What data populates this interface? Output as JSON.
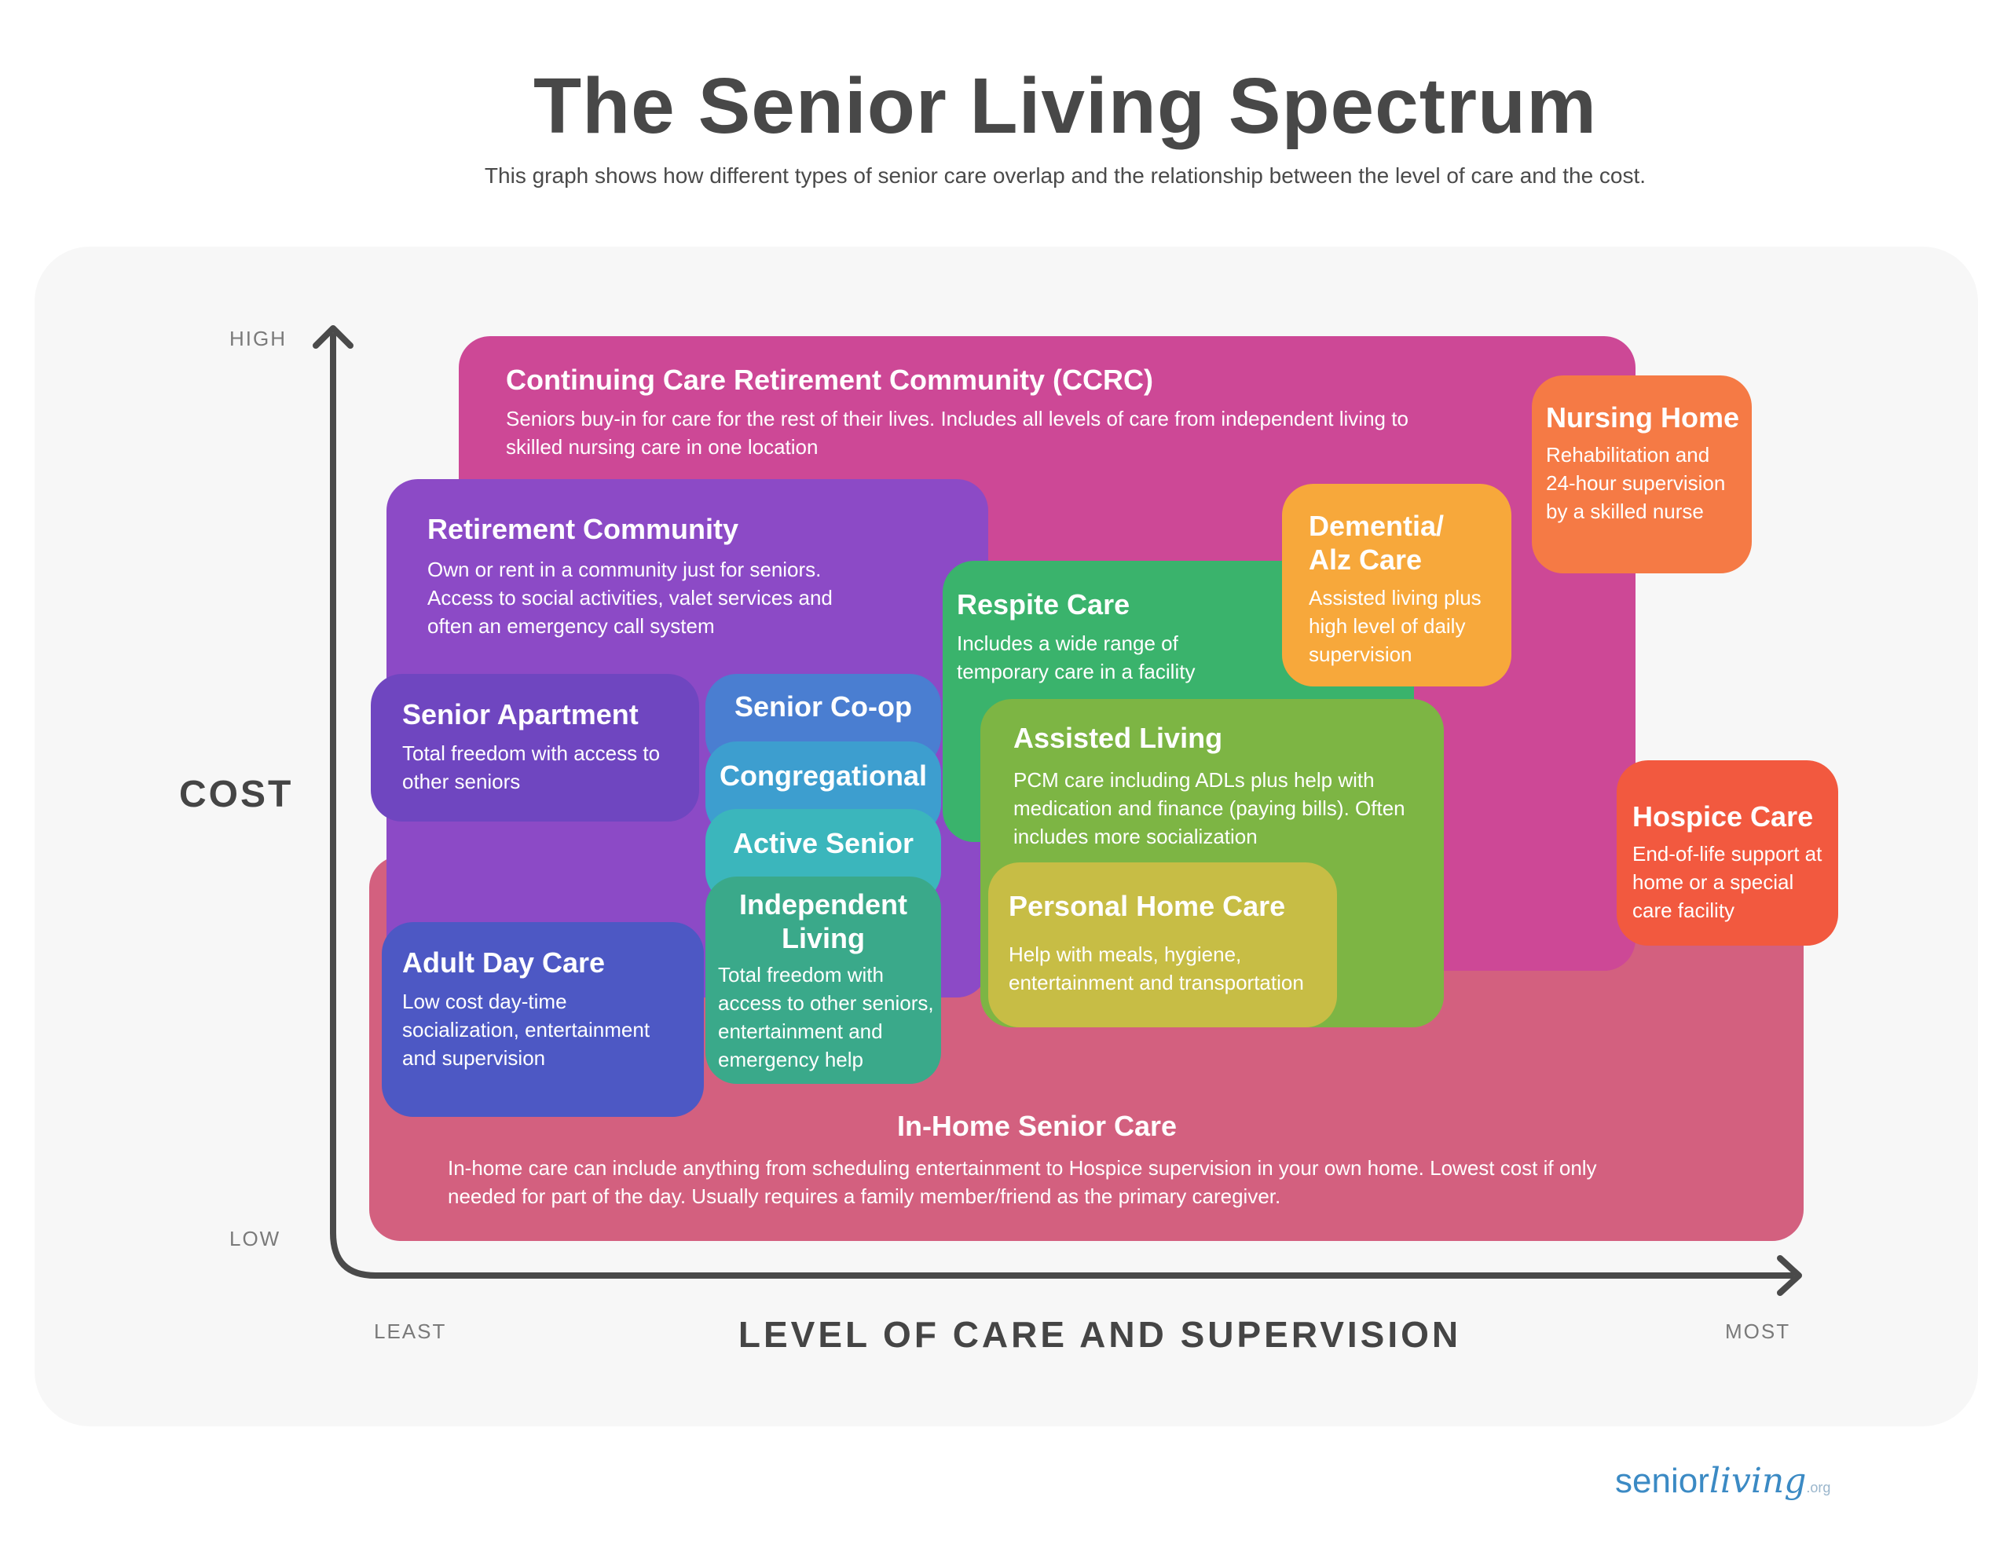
{
  "header": {
    "title": "The Senior Living Spectrum",
    "subtitle": "This graph shows how different types of senior care overlap and the relationship between the level of care and the cost."
  },
  "axes": {
    "y_title": "COST",
    "y_high": "HIGH",
    "y_low": "LOW",
    "x_title": "LEVEL OF CARE AND SUPERVISION",
    "x_least": "LEAST",
    "x_most": "MOST"
  },
  "colors": {
    "ccrc": "#cd4896",
    "in_home": "#d3607f",
    "retirement": "#8c4ac6",
    "senior_apartment": "#6f46c0",
    "adult_day_care": "#4d58c4",
    "senior_coop": "#4a7ed1",
    "congregational": "#3d9ecf",
    "active_senior": "#3bb6bc",
    "independent_living": "#3aa98a",
    "respite": "#3ab36c",
    "dementia": "#f7a83b",
    "nursing_home": "#f57a45",
    "assisted_living": "#7db544",
    "personal_home_care": "#c7bd45",
    "hospice": "#f2593f"
  },
  "categories": {
    "ccrc": {
      "name": "Continuing Care Retirement Community (CCRC)",
      "description": "Seniors buy-in for care for the rest of their lives. Includes all levels of care from independent living to skilled nursing care in one location"
    },
    "retirement": {
      "name": "Retirement Community",
      "description": "Own or rent in a community just for seniors. Access to social activities, valet services and often an emergency call system"
    },
    "senior_apartment": {
      "name": "Senior Apartment",
      "description": "Total freedom with access to other seniors"
    },
    "senior_coop": {
      "name": "Senior Co-op"
    },
    "congregational": {
      "name": "Congregational"
    },
    "active_senior": {
      "name": "Active Senior"
    },
    "independent_living": {
      "name": "Independent Living",
      "description": "Total freedom with access to other seniors, entertainment and emergency help"
    },
    "adult_day_care": {
      "name": "Adult Day Care",
      "description": "Low cost day-time socialization, entertainment and supervision"
    },
    "respite": {
      "name": "Respite Care",
      "description": "Includes a wide range of temporary care in a facility"
    },
    "dementia": {
      "name": "Dementia/ Alz Care",
      "description": "Assisted living plus high level of daily supervision"
    },
    "nursing_home": {
      "name": "Nursing Home",
      "description": "Rehabilitation and 24-hour supervision by a skilled nurse"
    },
    "assisted_living": {
      "name": "Assisted Living",
      "description": "PCM care including ADLs plus help with medication and finance (paying bills). Often includes more socialization"
    },
    "personal_home_care": {
      "name": "Personal Home Care",
      "description": "Help with meals, hygiene, entertainment and transportation"
    },
    "hospice": {
      "name": "Hospice Care",
      "description": "End-of-life support at home or a special care facility"
    },
    "in_home": {
      "name": "In-Home Senior Care",
      "description": "In-home care can include anything from scheduling entertainment to Hospice supervision in your own home. Lowest cost if only needed for part of the day. Usually requires a family member/friend as the primary caregiver."
    }
  },
  "brand": {
    "part1": "senior",
    "part2": "living",
    "part3": ".org"
  }
}
